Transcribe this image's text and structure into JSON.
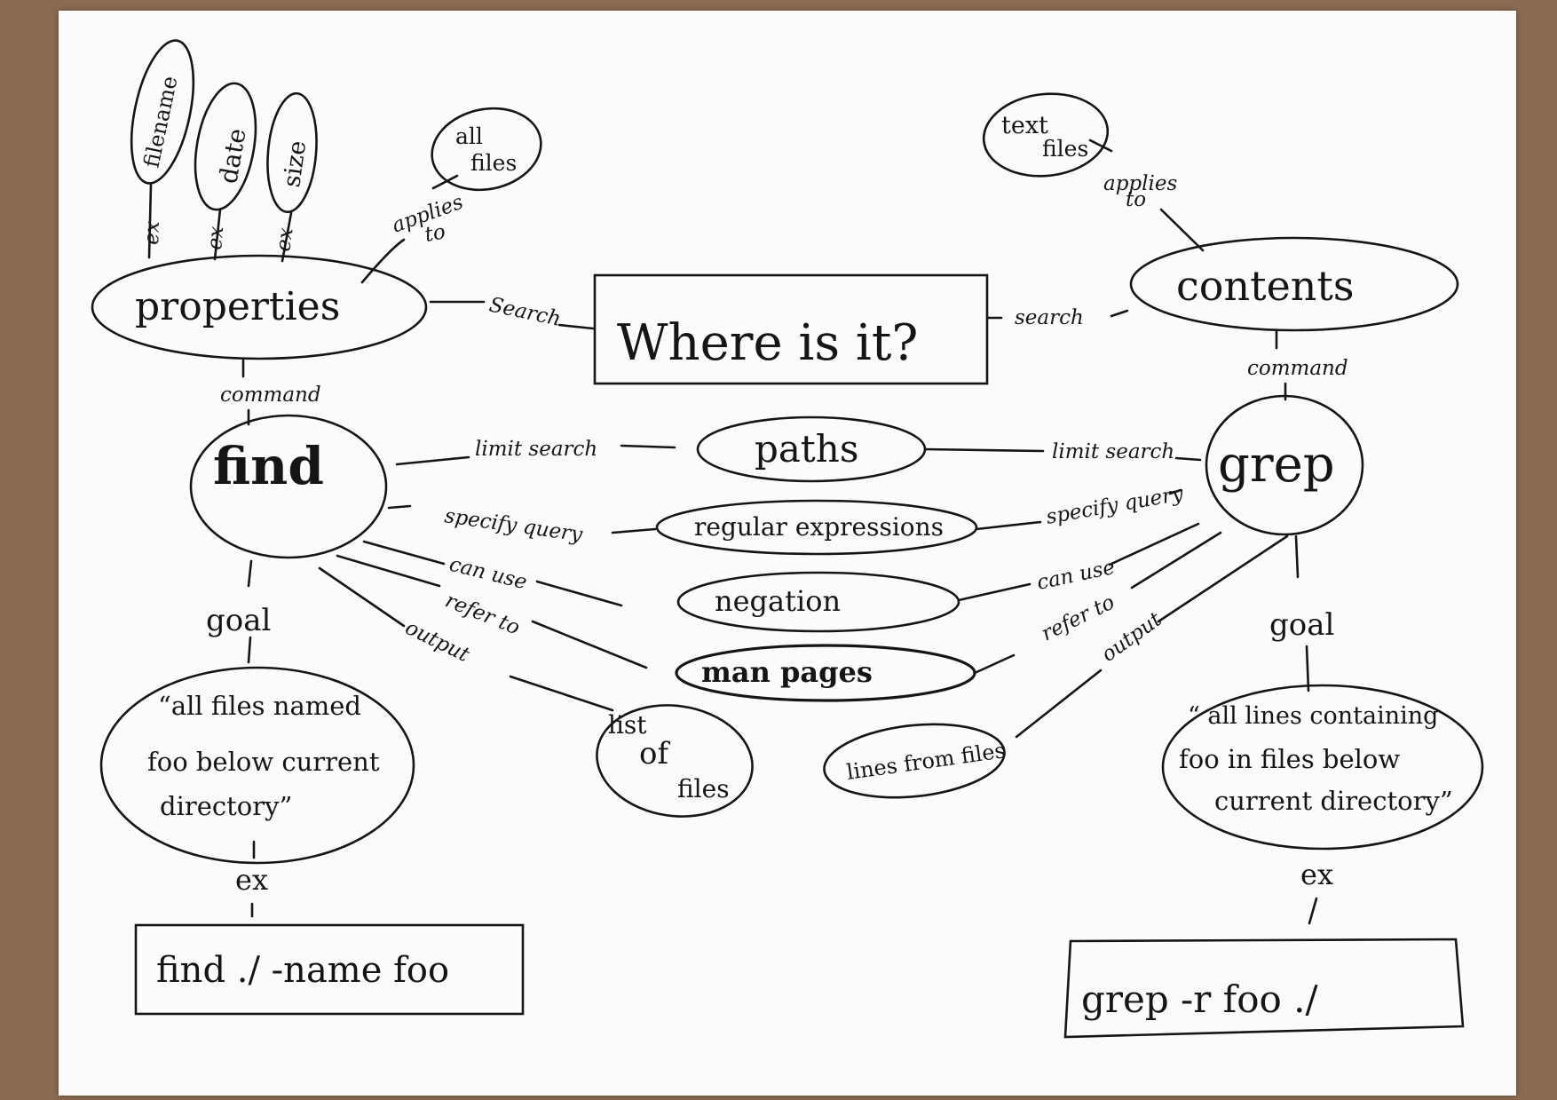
{
  "title": "Where is it?",
  "nodes": {
    "properties": "properties",
    "contents": "contents",
    "find": "find",
    "grep": "grep",
    "paths": "paths",
    "regex": "regular expressions",
    "negation": "negation",
    "manpages": "man pages",
    "list_of_files": [
      "list",
      "of",
      "files"
    ],
    "lines_from_files": "lines from files",
    "filename": "filename",
    "date": "date",
    "size": "size",
    "all_files": [
      "all",
      "files"
    ],
    "text_files": [
      "text",
      "files"
    ],
    "find_goal": [
      "“all files named",
      "foo below current",
      "directory”"
    ],
    "grep_goal": [
      "“ all lines containing",
      "foo in files below",
      "current directory”"
    ],
    "find_example": "find ./ -name foo",
    "grep_example": "grep -r foo ./"
  },
  "edges": {
    "ex": "ex",
    "applies_to": [
      "applies",
      "to"
    ],
    "search_left": "Search",
    "search_right": "search",
    "command": "command",
    "limit_search": "limit search",
    "specify_query": "specify query",
    "can_use": "can use",
    "refer_to": "refer to",
    "output": "output",
    "goal": "goal"
  }
}
